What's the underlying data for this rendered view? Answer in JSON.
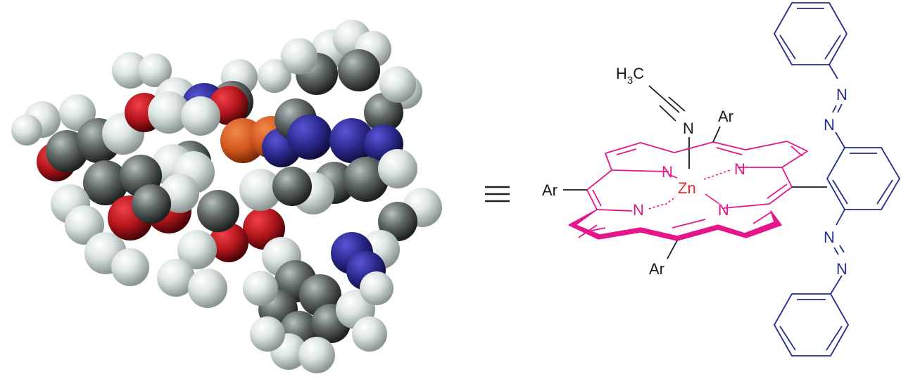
{
  "figure": {
    "left_panel": {
      "type": "space-filling molecular model",
      "atom_colors": {
        "hydrogen": "#e4ebea",
        "carbon": "#5f6766",
        "oxygen": "#b5161c",
        "nitrogen": "#2c2a8f",
        "zinc": "#d2561e"
      }
    },
    "equivalence_symbol": "≡",
    "right_panel": {
      "type": "structural formula",
      "ligand": {
        "methyl": "H",
        "methyl_sub": "3",
        "methyl_c": "C",
        "nitrile_n": "N"
      },
      "metal": "Zn",
      "porphyrin_nitrogens": [
        "N",
        "N",
        "N",
        "N"
      ],
      "aryl_labels": [
        "Ar",
        "Ar",
        "Ar"
      ],
      "azo_nitrogens": [
        "N",
        "N",
        "N",
        "N"
      ],
      "colors": {
        "porphyrin": "#e5168c",
        "metal": "#e8262b",
        "azobenzene": "#232d8c",
        "bonds": "#1a1a1a"
      }
    }
  }
}
